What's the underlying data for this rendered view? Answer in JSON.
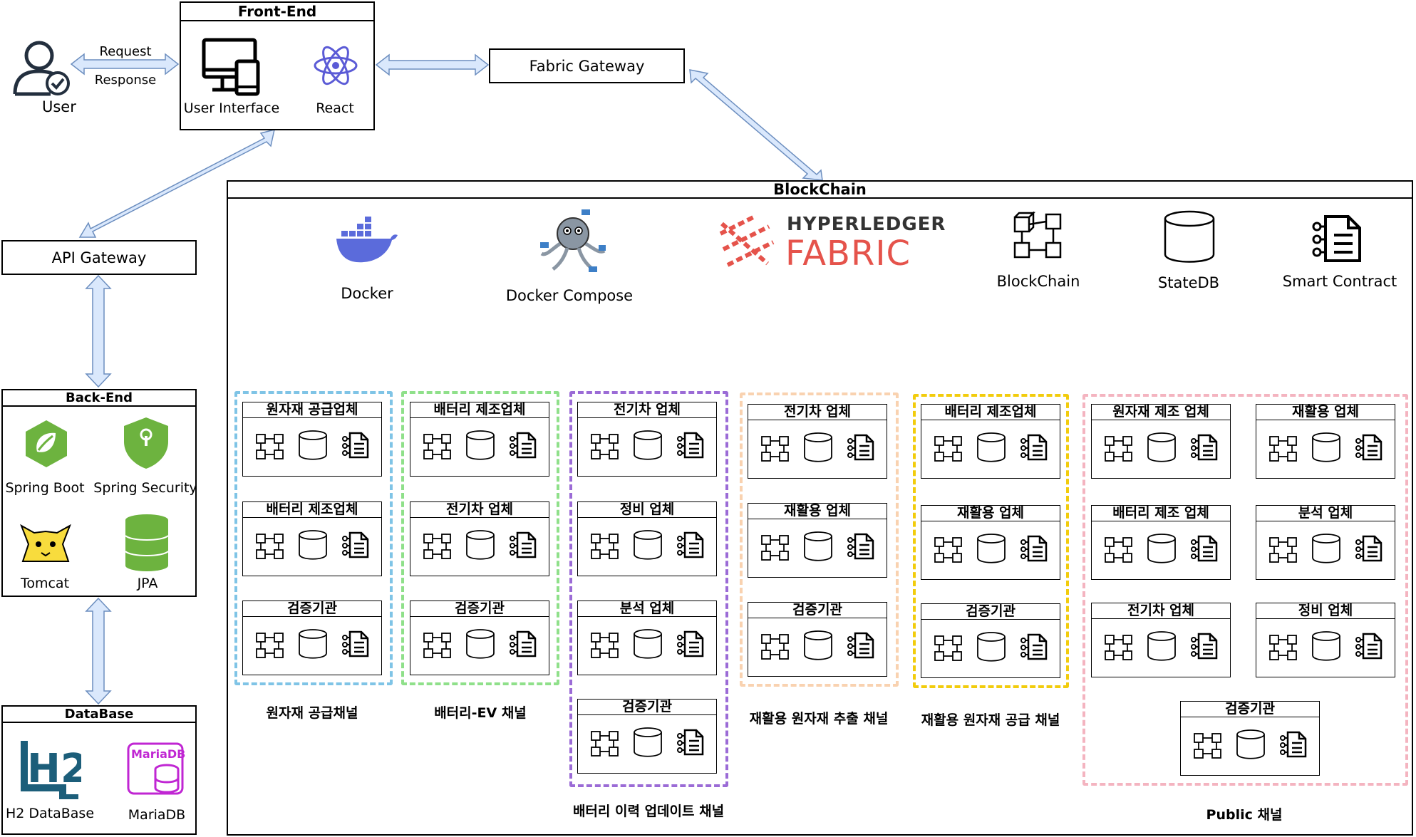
{
  "user": {
    "label": "User"
  },
  "request_label": "Request",
  "response_label": "Response",
  "frontend": {
    "title": "Front-End",
    "ui_label": "User Interface",
    "react_label": "React"
  },
  "fabric_gateway": {
    "label": "Fabric Gateway"
  },
  "api_gateway": {
    "label": "API Gateway"
  },
  "backend": {
    "title": "Back-End",
    "items": [
      "Spring Boot",
      "Spring Security",
      "Tomcat",
      "JPA"
    ]
  },
  "database": {
    "title": "DataBase",
    "items": [
      "H2 DataBase",
      "MariaDB"
    ],
    "mariadb_logo_text": "MariaDB",
    "h2_logo_text": "H2"
  },
  "blockchain": {
    "title": "BlockChain",
    "tools": [
      "Docker",
      "Docker Compose",
      "BlockChain",
      "StateDB",
      "Smart Contract"
    ],
    "hyperledger_line1": "HYPERLEDGER",
    "hyperledger_line2": "FABRIC"
  },
  "colors": {
    "arrow_fill": "#dae8fc",
    "arrow_stroke": "#6c8ebf",
    "bus": "#dae8fc",
    "drop_arrow": "#6c8ebf",
    "react": "#5b5bd6",
    "spring": "#6db33f",
    "security": "#6db33f",
    "h2": "#1c5e7a",
    "mariadb": "#c026d3",
    "fabric": "#e5534b"
  },
  "channels": [
    {
      "name": "원자재 공급채널",
      "color": "#7fc4e6",
      "nodes": [
        "원자재 공급업체",
        "배터리 제조업체",
        "검증기관"
      ]
    },
    {
      "name": "배터리-EV 채널",
      "color": "#8fe08a",
      "nodes": [
        "배터리 제조업체",
        "전기차 업체",
        "검증기관"
      ]
    },
    {
      "name": "배터리 이력 업데이트 채널",
      "color": "#9b6bd6",
      "nodes": [
        "전기차 업체",
        "정비 업체",
        "분석 업체",
        "검증기관"
      ]
    },
    {
      "name": "재활용 원자재 추출 채널",
      "color": "#f9d2b0",
      "nodes": [
        "전기차 업체",
        "재활용 업체",
        "검증기관"
      ]
    },
    {
      "name": "재활용 원자재 공급 채널",
      "color": "#f2cc0c",
      "nodes": [
        "배터리 제조업체",
        "재활용 업체",
        "검증기관"
      ]
    },
    {
      "name": "Public 채널",
      "color": "#f4b4c0",
      "nodes": [
        "원자재 제조 업체",
        "재활용 업체",
        "배터리 제조 업체",
        "분석 업체",
        "전기차 업체",
        "정비 업체",
        "검증기관"
      ]
    }
  ]
}
